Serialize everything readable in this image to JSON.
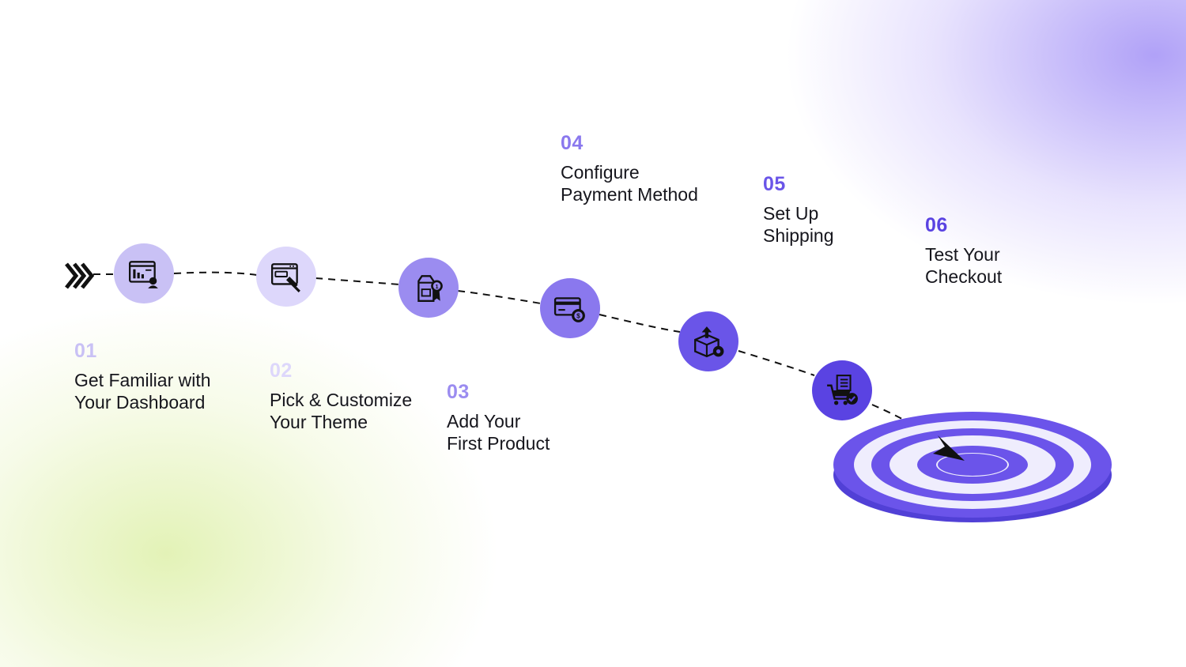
{
  "colors": {
    "step1": "#c9c1f5",
    "step2": "#ddd7fb",
    "step3": "#9b8cf0",
    "step4": "#8a78ee",
    "step5": "#6a55e8",
    "step6": "#5a43e2",
    "target_dark": "#6b54ea",
    "target_light": "#efedfd",
    "ink": "#111111"
  },
  "steps": [
    {
      "number": "01",
      "title": "Get Familiar with\nYour Dashboard",
      "icon": "dashboard-icon"
    },
    {
      "number": "02",
      "title": "Pick & Customize\nYour Theme",
      "icon": "theme-customize-icon"
    },
    {
      "number": "03",
      "title": "Add Your\nFirst Product",
      "icon": "product-box-icon"
    },
    {
      "number": "04",
      "title": "Configure\nPayment Method",
      "icon": "credit-card-icon"
    },
    {
      "number": "05",
      "title": "Set Up\nShipping",
      "icon": "shipping-box-icon"
    },
    {
      "number": "06",
      "title": "Test Your\nCheckout",
      "icon": "checkout-cart-icon"
    }
  ],
  "start_icon": "chevrons-right-icon",
  "end_icon": "target-icon"
}
